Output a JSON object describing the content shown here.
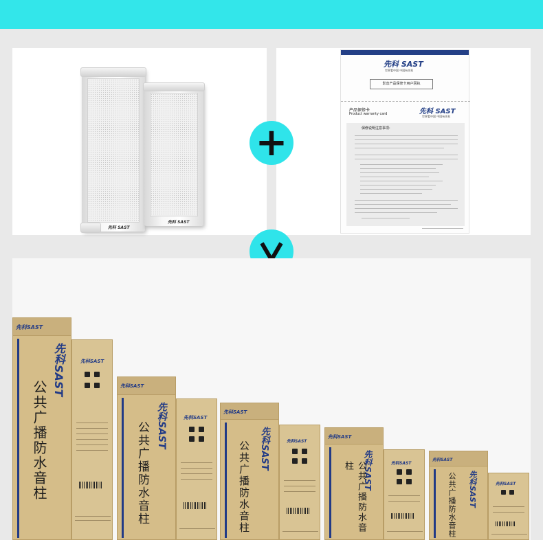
{
  "brand": {
    "name_cn": "先科",
    "name_en": "SAST",
    "tagline": "世界看中国 中国有先科"
  },
  "operators": {
    "plus": "+",
    "down": "V"
  },
  "warranty_card": {
    "return_slip_title": "影音产品保修卡用户回执",
    "card_title_cn": "产品保修卡",
    "card_title_en": "Product warranty card",
    "notice_title": "保修说明注意事项:"
  },
  "product_box": {
    "name_cn": "公共广播防水音柱"
  },
  "colors": {
    "accent": "#33e6ea",
    "brand_blue": "#213a86",
    "kraft": "#d5bd89"
  }
}
